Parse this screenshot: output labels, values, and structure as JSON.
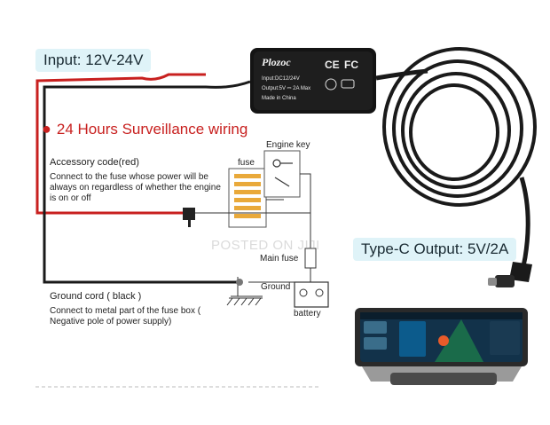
{
  "input_label": "Input: 12V-24V",
  "output_label": "Type-C Output: 5V/2A",
  "title": "24 Hours Surveillance wiring",
  "accessory": {
    "label": "Accessory code(red)",
    "description": "Connect to the fuse whose power will be always on regardless  of whether the engine is on or off"
  },
  "ground_cord": {
    "label": "Ground cord ( black )",
    "description": "Connect to metal part of the fuse box ( Negative pole of power supply)"
  },
  "fuse_label": "fuse",
  "engine_key_label": "Engine key",
  "main_fuse_label": "Main fuse",
  "ground_label": "Ground",
  "battery_label": "battery",
  "device": {
    "brand": "Plozoc",
    "input_spec": "Input:DC12/24V",
    "output_spec": "Output:5V ⎓ 2A  Max",
    "made_in": "Made in China",
    "cert_ce": "CE",
    "cert_fc": "FC"
  },
  "watermark": "POSTED ON JIJI",
  "colors": {
    "wire_red": "#c8201f",
    "wire_black": "#1a1a1a",
    "pill_bg": "#dff3f8",
    "title_red": "#c8201f"
  }
}
